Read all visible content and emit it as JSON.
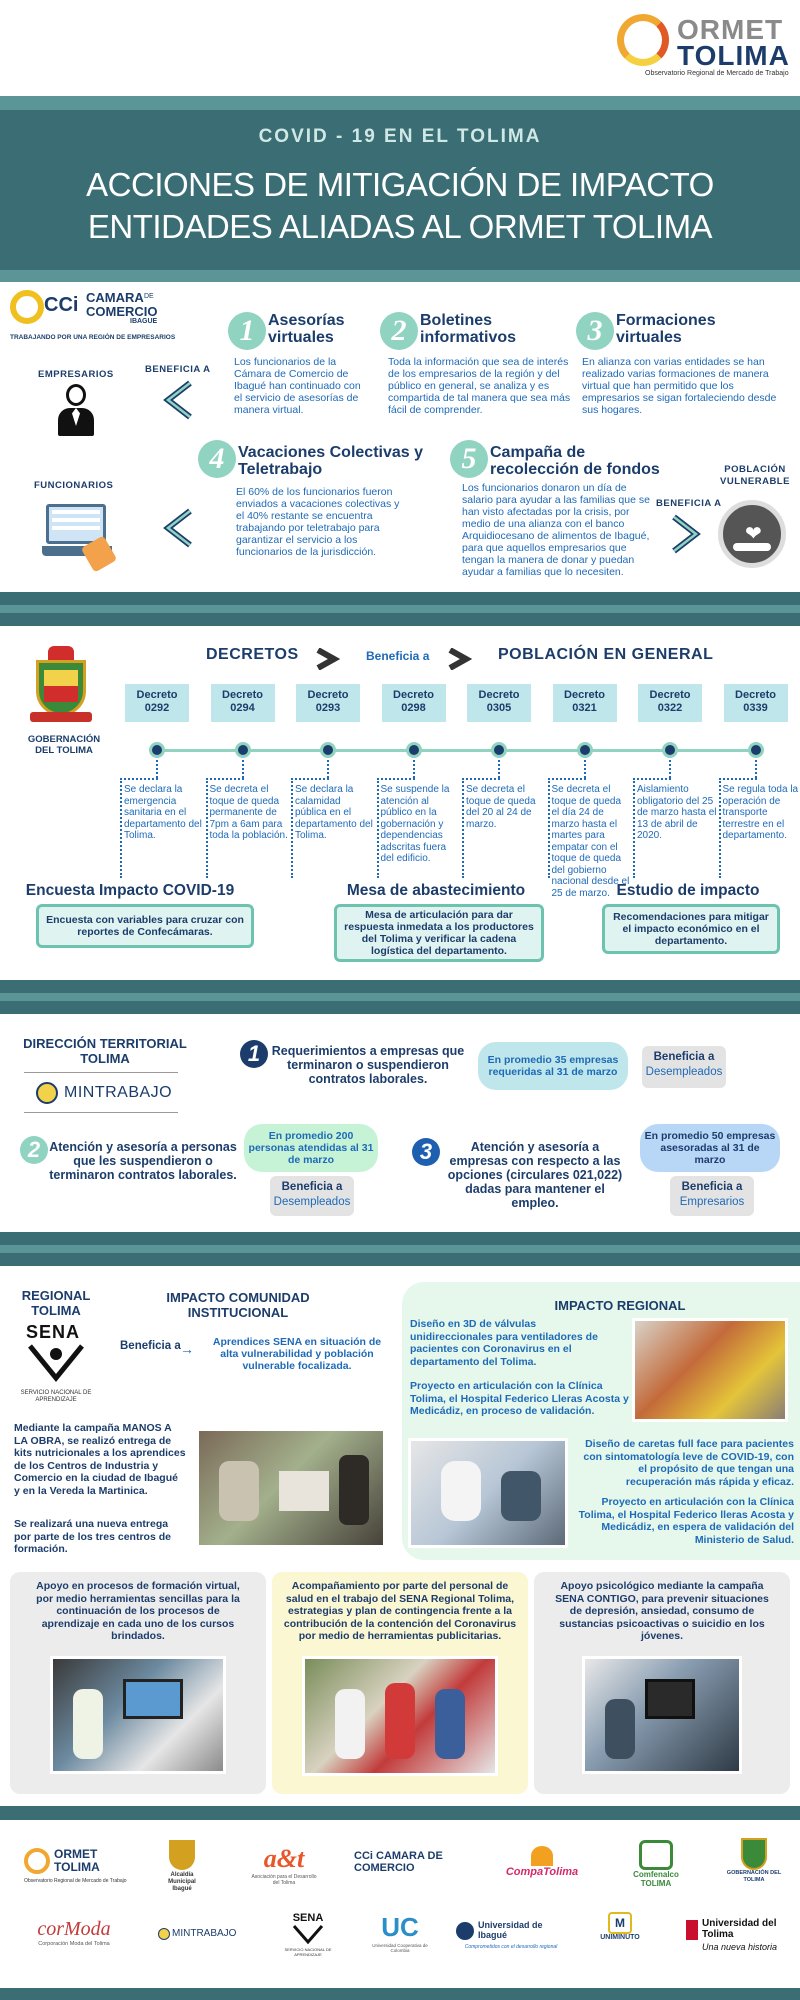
{
  "header": {
    "brand_line1": "ORMET",
    "brand_line2": "TOLIMA",
    "brand_sub": "Observatorio Regional de Mercado de Trabajo",
    "kicker": "COVID - 19 EN EL TOLIMA",
    "title_line1": "ACCIONES DE MITIGACIÓN DE IMPACTO",
    "title_line2": "ENTIDADES ALIADAS AL ORMET TOLIMA"
  },
  "camara": {
    "logo_cci": "CCi",
    "logo_line1": "CAMARA",
    "logo_line2": "COMERCIO",
    "logo_de": "DE",
    "logo_city": "IBAGUE",
    "logo_tagline": "TRABAJANDO POR UNA REGIÓN DE EMPRESARIOS",
    "label_empresarios": "EMPRESARIOS",
    "label_funcionarios": "FUNCIONARIOS",
    "label_beneficia": "BENEFICIA A",
    "label_beneficia2": "BENEFICIA A",
    "label_poblacion": "POBLACIÓN VULNERABLE",
    "items": [
      {
        "num": "1",
        "title": "Asesorías virtuales",
        "body": "Los funcionarios de la Cámara de Comercio de Ibagué han continuado  con el servicio de asesorías de manera virtual."
      },
      {
        "num": "2",
        "title": "Boletines informativos",
        "body": "Toda la información que sea de interés de los empresarios de la región y del público en general, se analiza y es compartida de tal manera que sea más fácil de comprender."
      },
      {
        "num": "3",
        "title": "Formaciones virtuales",
        "body": "En alianza con varias entidades se han realizado varias formaciones de manera virtual que han permitido que los empresarios se sigan fortaleciendo desde sus hogares."
      },
      {
        "num": "4",
        "title": "Vacaciones Colectivas y Teletrabajo",
        "body": "El 60% de los funcionarios fueron enviados a vacaciones colectivas y el 40% restante se encuentra trabajando por teletrabajo para garantizar el servicio a los funcionarios de la jurisdicción."
      },
      {
        "num": "5",
        "title": "Campaña de recolección de fondos",
        "body": "Los funcionarios donaron un día de salario para ayudar a las familias que se han visto afectadas por la crisis, por medio de una alianza con el banco Arquidiocesano de alimentos de Ibagué, para que aquellos empresarios que tengan la manera de donar y puedan ayudar a familias que lo necesiten."
      }
    ]
  },
  "gobernacion": {
    "label": "GOBERNACIÓN DEL TOLIMA",
    "decretos": "DECRETOS",
    "beneficia": "Beneficia a",
    "poblacion": "POBLACIÓN EN GENERAL",
    "decrees": [
      {
        "label": "Decreto",
        "num": "0292",
        "text": "Se declara la emergencia sanitaria en el departamento del Tolima."
      },
      {
        "label": "Decreto",
        "num": "0294",
        "text": "Se decreta el toque de queda permanente de 7pm a 6am para toda la población."
      },
      {
        "label": "Decreto",
        "num": "0293",
        "text": "Se declara la calamidad pública en el departamento del Tolima."
      },
      {
        "label": "Decreto",
        "num": "0298",
        "text": "Se suspende la atención al público en la gobernación y dependencias adscritas fuera del edificio."
      },
      {
        "label": "Decreto",
        "num": "0305",
        "text": "Se decreta el toque de queda del 20 al 24 de marzo."
      },
      {
        "label": "Decreto",
        "num": "0321",
        "text": "Se decreta el toque de queda el día 24 de marzo hasta el martes para empatar con el toque de queda del gobierno nacional desde el 25 de marzo."
      },
      {
        "label": "Decreto",
        "num": "0322",
        "text": "Aislamiento obligatorio del 25 de marzo hasta el 13 de abril de 2020."
      },
      {
        "label": "Decreto",
        "num": "0339",
        "text": "Se regula toda la operación de transporte terrestre en el departamento."
      }
    ],
    "extras": [
      {
        "title": "Encuesta Impacto COVID-19",
        "body": "Encuesta con variables para cruzar con reportes de Confecámaras."
      },
      {
        "title": "Mesa de abastecimiento",
        "body": "Mesa de articulación para dar respuesta inmedata a los productores del Tolima y verificar la cadena logística del departamento."
      },
      {
        "title": "Estudio de impacto",
        "body": "Recomendaciones para mitigar el impacto económico en el departamento."
      }
    ]
  },
  "mintrabajo": {
    "title": "DIRECCIÓN TERRITORIAL TOLIMA",
    "logo": "MINTRABAJO",
    "items": [
      {
        "num": "1",
        "text": "Requerimientos a empresas que terminaron o suspendieron contratos laborales.",
        "bubble": "En promedio 35 empresas requeridas al 31 de marzo",
        "benef_label": "Beneficia a",
        "benef_target": "Desempleados"
      },
      {
        "num": "2",
        "text": "Atención y asesoría a personas que les suspendieron o terminaron contratos laborales.",
        "bubble": "En promedio 200 personas atendidas al 31 de marzo",
        "benef_label": "Beneficia a",
        "benef_target": "Desempleados"
      },
      {
        "num": "3",
        "text": "Atención y asesoría a empresas con respecto a las opciones (circulares 021,022) dadas para mantener el empleo.",
        "bubble": "En promedio 50 empresas asesoradas al 31 de marzo",
        "benef_label": "Beneficia a",
        "benef_target": "Empresarios"
      }
    ]
  },
  "sena": {
    "title": "REGIONAL TOLIMA",
    "logo": "SENA",
    "logo_sub": "SERVICIO NACIONAL DE APRENDIZAJE",
    "impacto_com": "IMPACTO COMUNIDAD INSTITUCIONAL",
    "beneficia": "Beneficia a",
    "beneficia_target": "Aprendices SENA en situación de alta vulnerabilidad y población vulnerable focalizada.",
    "manos_p1": "Mediante la campaña MANOS A LA OBRA, se realizó entrega de kits nutricionales a los aprendices de los Centros de Industria y Comercio en la ciudad de Ibagué y en la Vereda la Martinica.",
    "manos_p2": "Se realizará una nueva entrega  por parte de los tres centros de formación.",
    "impacto_reg": "IMPACTO REGIONAL",
    "reg_p1": "Diseño en 3D de válvulas unidireccionales para ventiladores de pacientes con Coronavirus en el departamento del Tolima.",
    "reg_p2": "Proyecto en articulación  con la Clínica Tolima, el Hospital Federico Lleras Acosta y Medicádiz, en proceso de validación.",
    "reg_p3": "Diseño de caretas full face para pacientes con sintomatología leve de COVID-19, con el propósito de que tengan una recuperación más rápida y eficaz.",
    "reg_p4": "Proyecto en articulación con la Clínica Tolima, el Hospital Federico lleras Acosta y Medicádiz, en espera de validación del Ministerio de Salud.",
    "cards": [
      {
        "text": "Apoyo en procesos de formación virtual, por medio herramientas sencillas para la continuación de los procesos de aprendizaje en cada uno de los cursos brindados."
      },
      {
        "text": "Acompañamiento por parte del personal de salud en el trabajo del SENA Regional Tolima, estrategias y plan de contingencia frente a la contribución  de la contención del Coronavirus por medio de herramientas publicitarias."
      },
      {
        "text": "Apoyo psicológico mediante la campaña SENA CONTIGO, para prevenir situaciones de depresión, ansiedad, consumo de sustancias psicoactivas o suicidio en los jóvenes."
      }
    ]
  },
  "footer": {
    "logos_row1": [
      "ORMET TOLIMA",
      "Alcaldía Municipal Ibagué",
      "a&t",
      "CCi CAMARA DE COMERCIO",
      "CompaTolima",
      "Comfenalco TOLIMA",
      "GOBERNACIÓN DEL TOLIMA"
    ],
    "logos_row2": [
      "corModa",
      "MINTRABAJO",
      "SENA",
      "UC",
      "Universidad de Ibagué",
      "UNIMINUTO",
      "Universidad del Tolima"
    ],
    "ormet_sub": "Observatorio Regional de Mercado de Trabajo",
    "cormoda_sub": "Corporación Moda del Tolima",
    "ui_sub": "Comprometidos con el desarrollo regional",
    "ut_sub": "Una nueva historia",
    "uc_sub": "Universidad Cooperativa de Colombia",
    "sena_sub": "SERVICIO NACIONAL DE APRENDIZAJE",
    "at_sub": "Asociación para el Desarrollo del Tolima"
  },
  "colors": {
    "teal_dark": "#3a6e74",
    "mint": "#8fd3c0",
    "navy": "#1c3d6b",
    "blue": "#1e6ab8"
  }
}
